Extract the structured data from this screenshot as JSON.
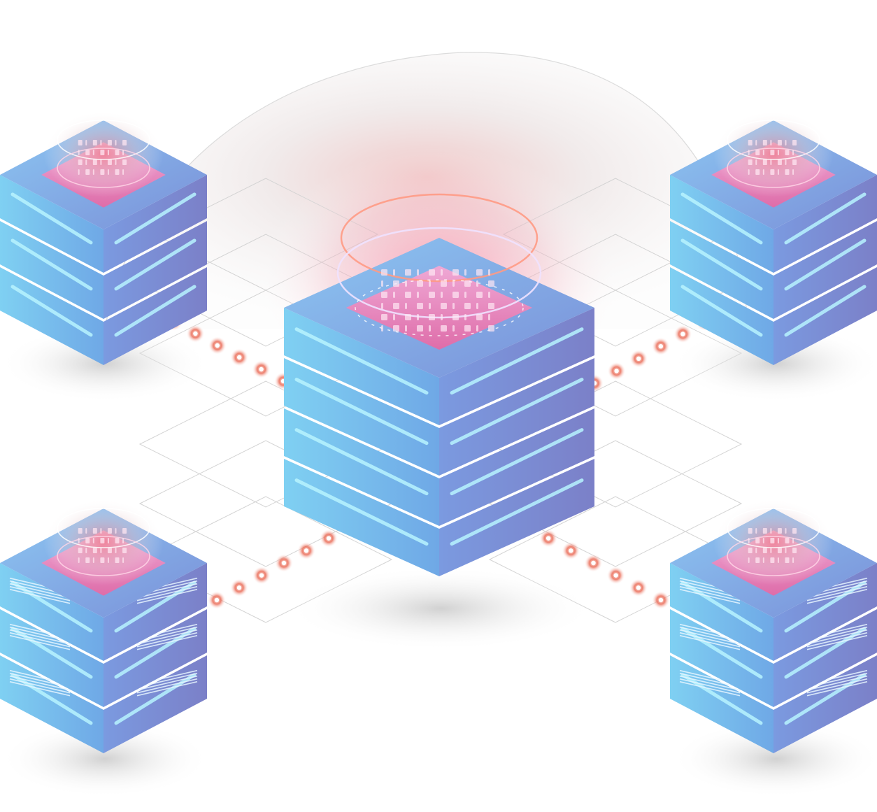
{
  "colors": {
    "background": "#ffffff",
    "server_top": "#7aa8e8",
    "server_light": "#8fd8f0",
    "server_dark": "#7784c8",
    "slot_glow": "#aef2ff",
    "screen_pink": "#f06ca8",
    "screen_violet": "#b48af0",
    "ring_coral": "#ff8f7a",
    "connector_dot": "#e8604a",
    "halo_gray": "#e8e4e4",
    "grid_line": "#d6d6d6",
    "shadow": "#cfcfcf"
  },
  "icons": {
    "central_server": "database-server-icon",
    "node_server": "server-stack-icon",
    "hologram": "binary-hologram-icon",
    "connector": "dotted-connector-icon"
  },
  "network": {
    "hub_count": 1,
    "node_count": 4,
    "central_layers": 4,
    "node_layers": 3,
    "node_roles": [
      "data-node",
      "data-node",
      "rack-node",
      "rack-node"
    ]
  }
}
